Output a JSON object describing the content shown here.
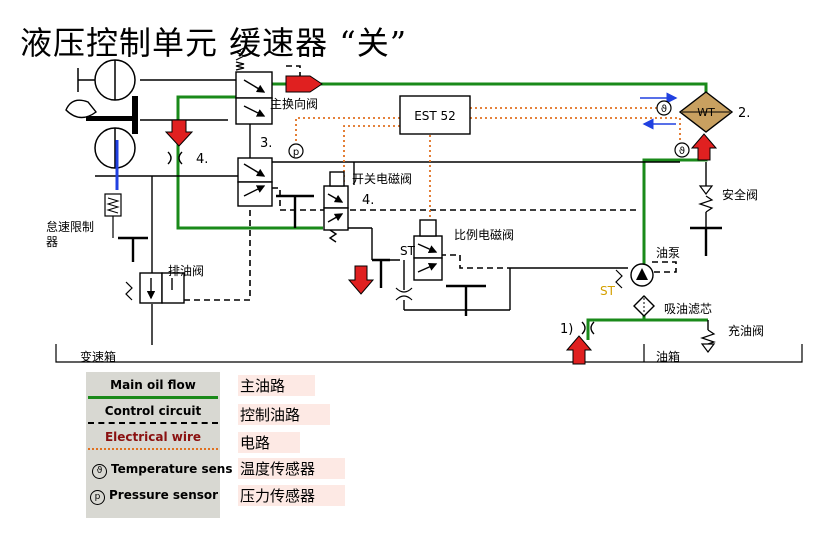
{
  "title": "液压控制单元    缓速器 “关”",
  "labels": {
    "main_valve": "主换向阀",
    "on_off_valve": "开关电磁阀",
    "prop_valve": "比例电磁阀",
    "drain_valve": "排油阀",
    "speed_limit_line1": "怠速限制",
    "speed_limit_line2": "器",
    "safety_valve": "安全阀",
    "oil_pump": "油泵",
    "filter": "吸油滤芯",
    "fill_valve": "充油阀",
    "retarder_box": "变速箱",
    "oil_tank": "油箱",
    "wt": "WT",
    "est": "EST 52",
    "st1": "ST",
    "st2": "ST",
    "p_sensor": "p",
    "t_sensor": "ϑ"
  },
  "numbers": {
    "n2": "2.",
    "n3": "3.",
    "n4a": "4.",
    "n4b": "4.",
    "n1": "1)"
  },
  "legend": {
    "main_oil": "Main oil flow",
    "control": "Control circuit",
    "electrical": "Electrical wire",
    "temp_sensor": "Temperature sens",
    "pressure_sensor": "Pressure sensor",
    "temp_symbol": "ϑ",
    "pressure_symbol": "p",
    "main_oil_cn": "主油路",
    "control_cn": "控制油路",
    "electrical_cn": "电路",
    "temp_cn": "温度传感器",
    "pressure_cn": "压力传感器"
  },
  "colors": {
    "main_oil": "#1a8a1a",
    "control": "#000000",
    "electrical": "#e07020",
    "arrow_red": "#e02020",
    "flow_blue": "#2040e0",
    "wt_fill": "#c8a060"
  }
}
